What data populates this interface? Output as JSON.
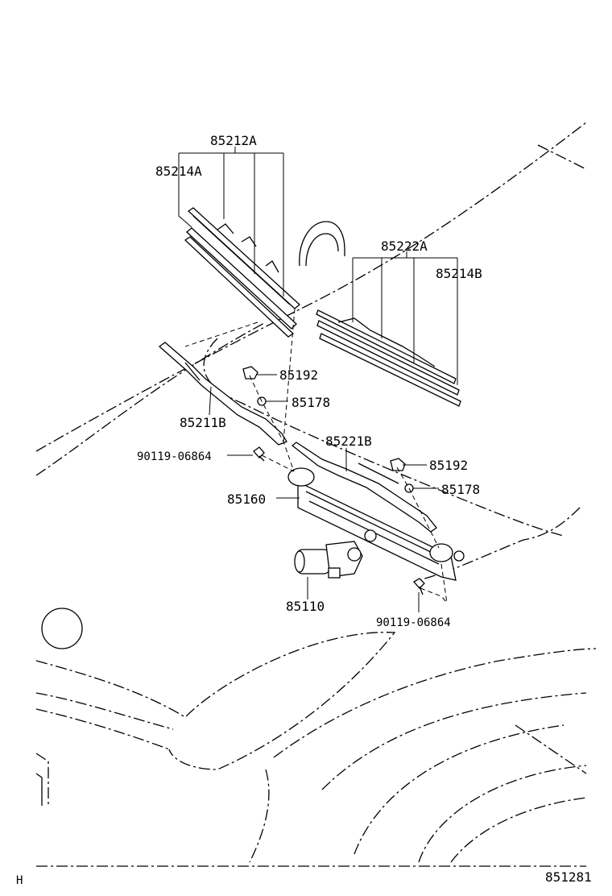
{
  "labels": {
    "wiper_blade_left": "85212A",
    "blade_rubber_left": "85214A",
    "wiper_blade_right": "85222A",
    "blade_rubber_right": "85214B",
    "cap_front": "85192",
    "nut_front": "85178",
    "wiper_arm_front": "85211B",
    "wiper_arm_rear": "85221B",
    "bolt_left": "90119-06864",
    "cap_rear": "85192",
    "nut_rear": "85178",
    "link_assembly": "85160",
    "wiper_motor": "85110",
    "bolt_right": "90119-06864"
  },
  "corner_left": "H",
  "diagram_number": "851281"
}
